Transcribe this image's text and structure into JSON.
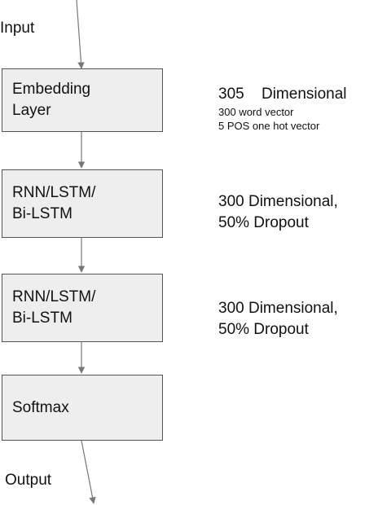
{
  "input_label": "Input",
  "output_label": "Output",
  "layers": [
    {
      "lines": [
        "Embedding",
        "Layer"
      ]
    },
    {
      "lines": [
        "RNN/LSTM/",
        "Bi-LSTM"
      ]
    },
    {
      "lines": [
        "RNN/LSTM/",
        "Bi-LSTM"
      ]
    },
    {
      "lines": [
        "Softmax"
      ]
    }
  ],
  "notes": [
    {
      "title": "305 Dimensional",
      "details": [
        "300 word vector",
        "5 POS one hot vector"
      ]
    },
    {
      "lines": [
        "300 Dimensional,",
        "50% Dropout"
      ]
    },
    {
      "lines": [
        "300 Dimensional,",
        "50% Dropout"
      ]
    }
  ],
  "colors": {
    "box_fill": "#eeeeee",
    "box_border": "#555555",
    "arrow": "#777777",
    "text": "#111111"
  }
}
